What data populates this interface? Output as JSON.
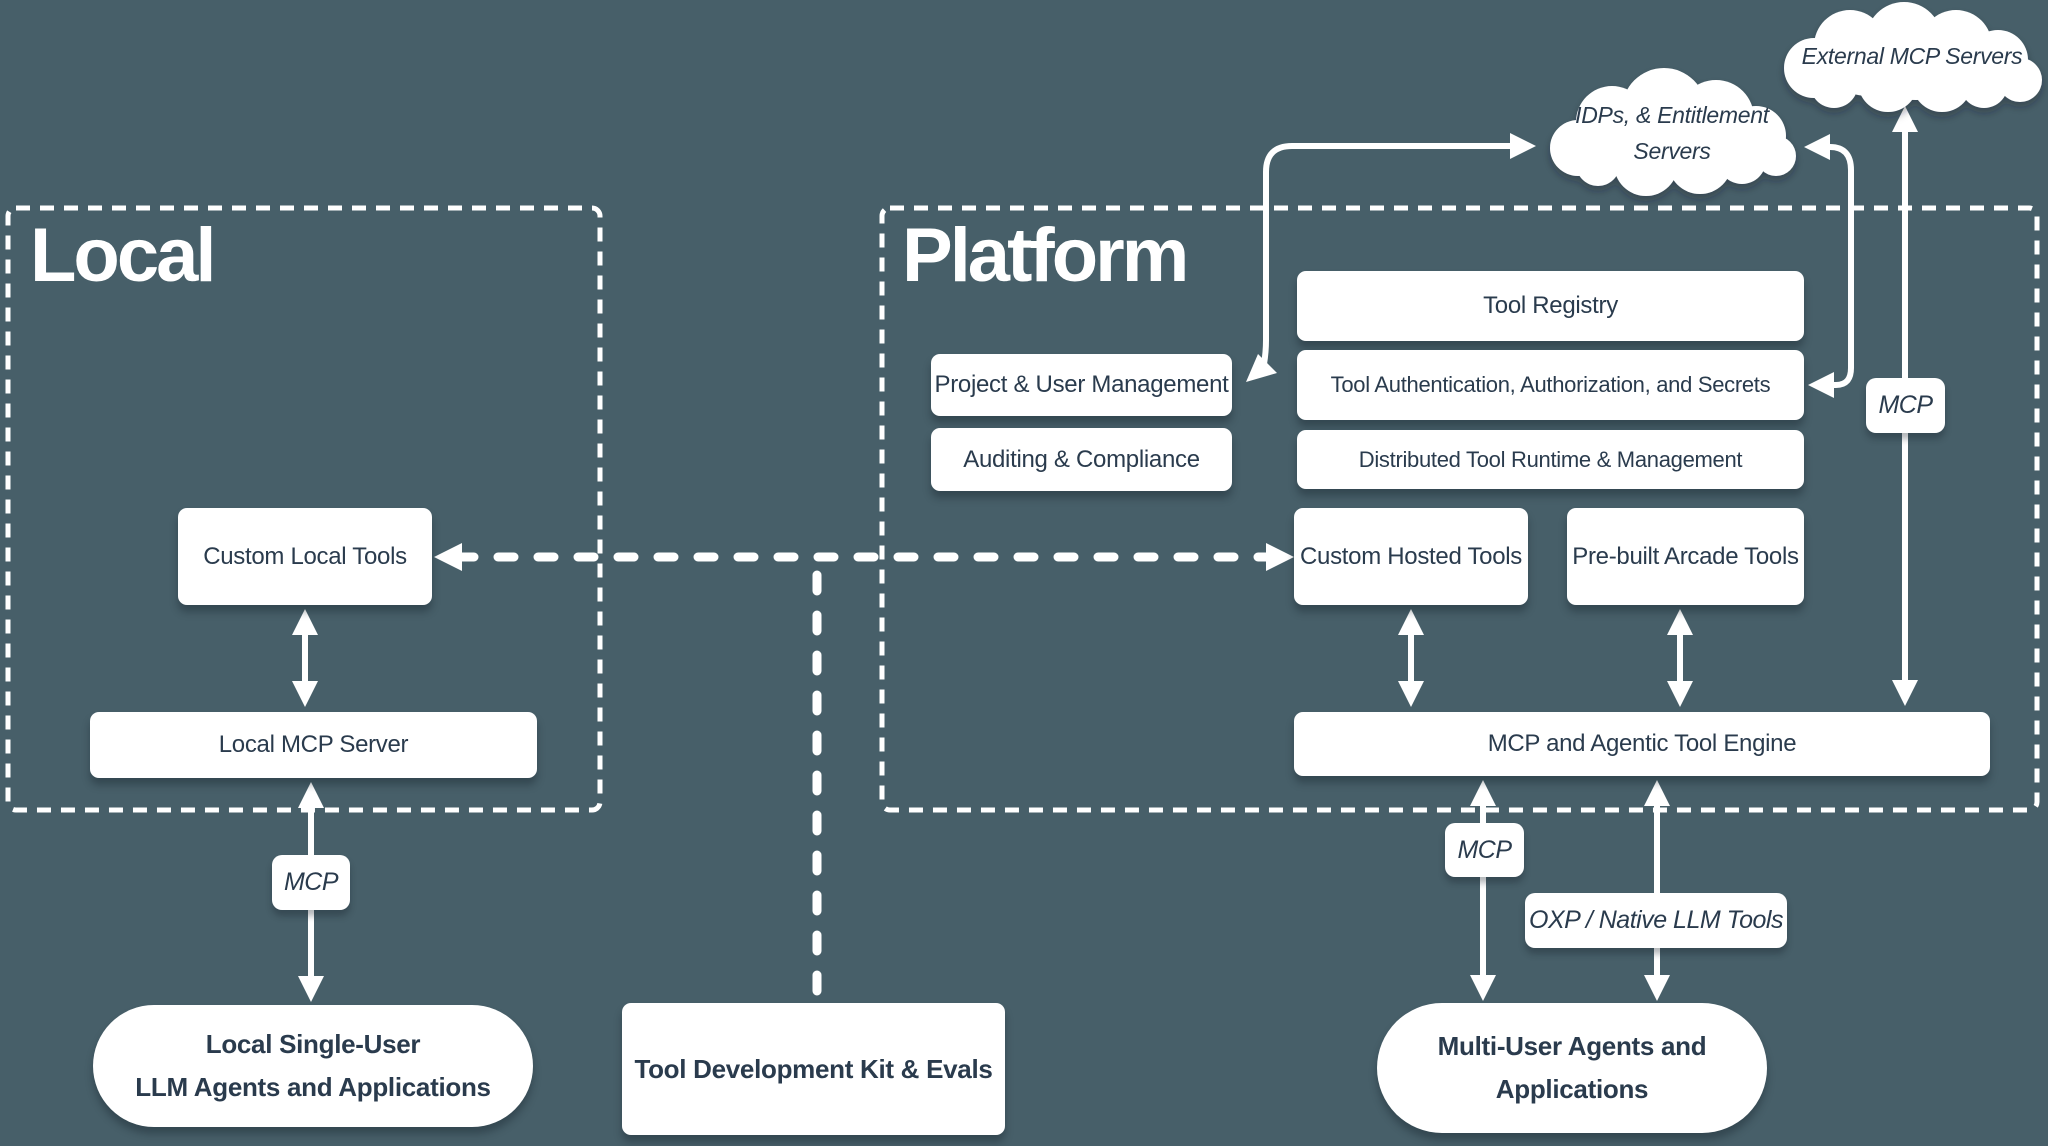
{
  "colors": {
    "bg": "#475f69",
    "ink": "#2a3b4d",
    "paper": "#ffffff",
    "line": "#ffffff"
  },
  "regions": {
    "local": {
      "label": "Local"
    },
    "platform": {
      "label": "Platform"
    }
  },
  "clouds": {
    "external": {
      "label": "External MCP Servers"
    },
    "idp": {
      "label_line1": "IDPs, & Entitlement",
      "label_line2": "Servers"
    }
  },
  "boxes": {
    "tool_registry": {
      "label": "Tool Registry"
    },
    "tool_auth": {
      "label": "Tool Authentication, Authorization, and Secrets"
    },
    "distributed_runtime": {
      "label": "Distributed Tool Runtime & Management"
    },
    "project_user": {
      "label": "Project & User Management"
    },
    "auditing": {
      "label": "Auditing & Compliance"
    },
    "custom_hosted": {
      "label": "Custom Hosted Tools"
    },
    "prebuilt_arcade": {
      "label": "Pre-built Arcade Tools"
    },
    "custom_local": {
      "label": "Custom Local Tools"
    },
    "local_mcp_server": {
      "label": "Local MCP Server"
    },
    "engine": {
      "label": "MCP and Agentic Tool Engine"
    },
    "tool_dev_kit": {
      "label": "Tool Development Kit & Evals"
    }
  },
  "pills": {
    "local_agents": {
      "line1": "Local Single-User",
      "line2": "LLM Agents and Applications"
    },
    "multi_user_agents": {
      "line1": "Multi-User Agents and",
      "line2": "Applications"
    }
  },
  "protocol_labels": {
    "mcp_local": "MCP",
    "mcp_external": "MCP",
    "mcp_platform": "MCP",
    "oxp": "OXP / Native LLM Tools"
  }
}
